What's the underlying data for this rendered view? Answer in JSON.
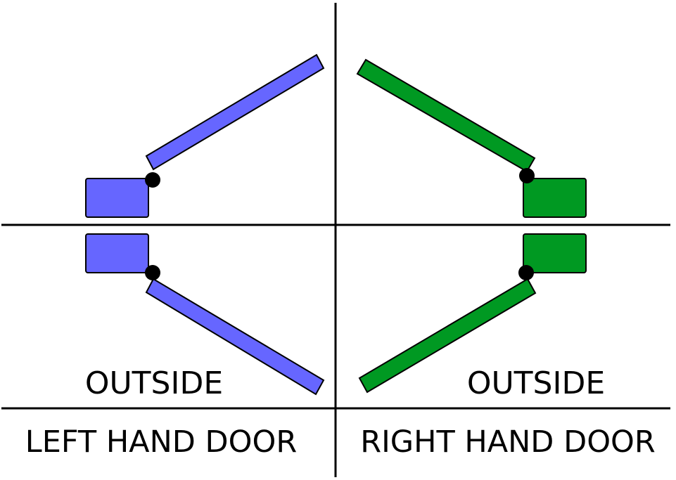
{
  "colors": {
    "left_door": "#6666ff",
    "right_door": "#009922",
    "line": "#000000",
    "hinge": "#000000"
  },
  "labels": {
    "left_outside": "OUTSIDE",
    "right_outside": "OUTSIDE",
    "left_caption": "LEFT HAND DOOR",
    "right_caption": "RIGHT HAND DOOR"
  }
}
